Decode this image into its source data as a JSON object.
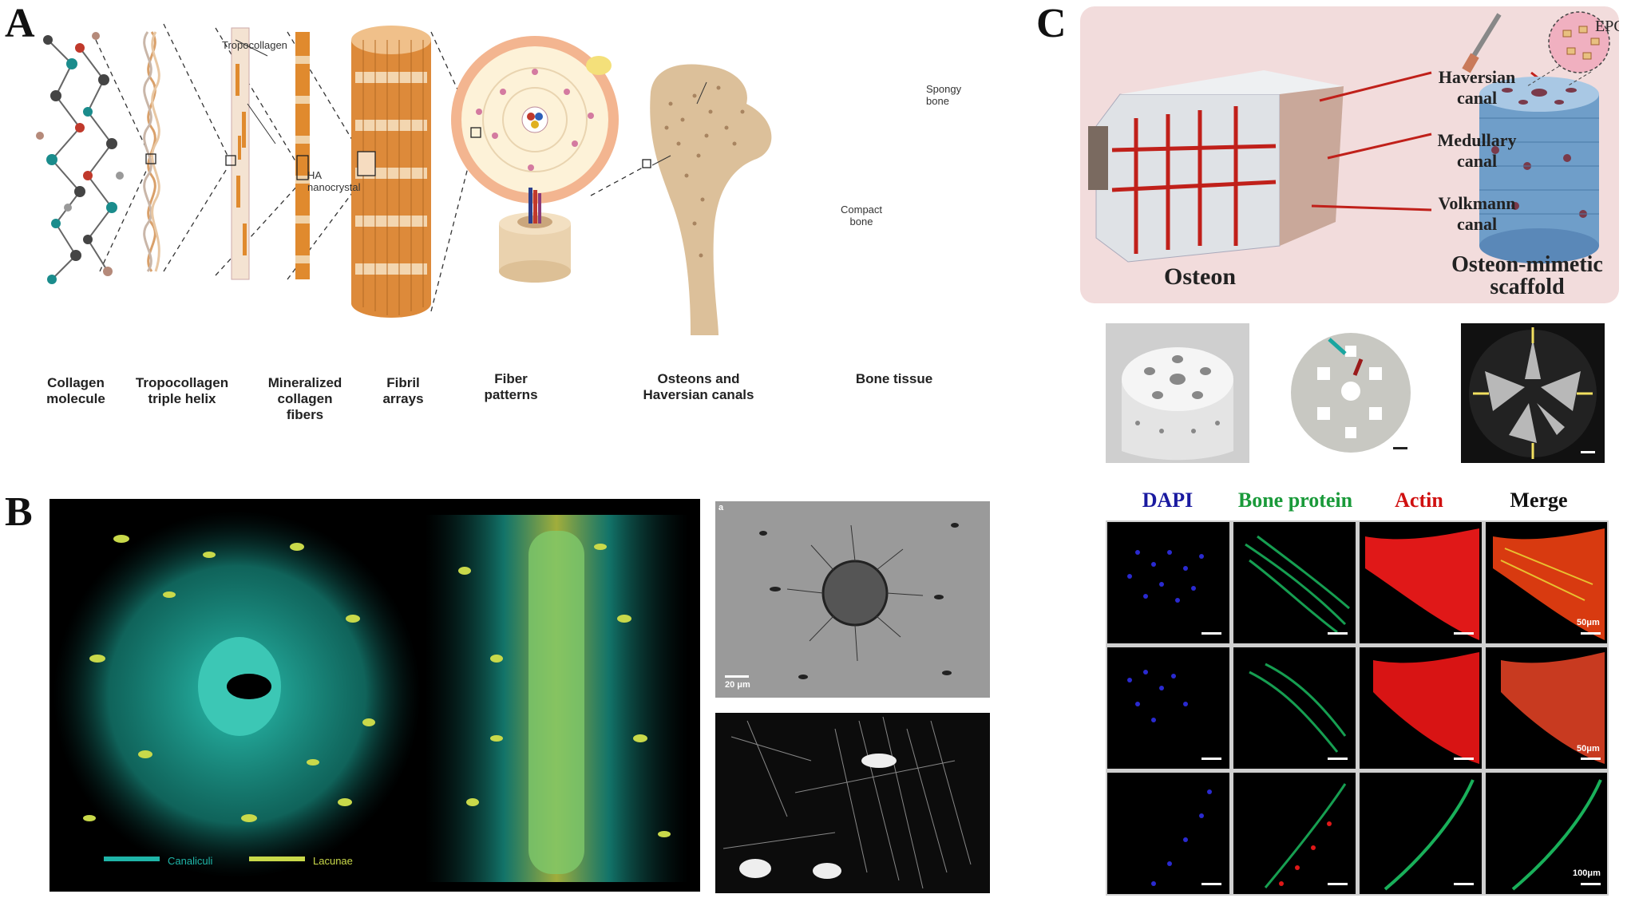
{
  "panels": {
    "a": "A",
    "b": "B",
    "c": "C"
  },
  "panel_a": {
    "captions": {
      "collagen_molecule": "Collagen\nmolecule",
      "tropocollagen_triple_helix": "Tropocollagen\ntriple helix",
      "mineralized_collagen_fibers": "Mineralized\ncollagen\nfibers",
      "fibril_arrays": "Fibril\narrays",
      "fiber_patterns": "Fiber\npatterns",
      "osteons_haversian": "Osteons and\nHaversian canals",
      "bone_tissue": "Bone tissue"
    },
    "labels": {
      "tropocollagen": "Tropocollagen",
      "ha_nanocrystal": "HA\nnanocrystal",
      "spongy_bone": "Spongy\nbone",
      "compact_bone": "Compact\nbone"
    }
  },
  "panel_b": {
    "legend": {
      "canaliculi": "Canaliculi",
      "lacunae": "Lacunae"
    },
    "sem_scale": "20 μm",
    "sem_corner": "a"
  },
  "panel_c": {
    "epcs": "EPCs",
    "haversian": "Haversian\ncanal",
    "medullary": "Medullary\ncanal",
    "volkmann": "Volkmann\ncanal",
    "osteon": "Osteon",
    "scaffold": "Osteon-mimetic\nscaffold",
    "columns": [
      "DAPI",
      "Bone protein",
      "Actin",
      "Merge"
    ],
    "scale_50_1": "50μm",
    "scale_50_2": "50μm",
    "scale_100": "100μm"
  },
  "colors": {
    "canaliculi": "#1fb5a8",
    "lacunae": "#c9d94a",
    "dapi": "#1a1aa0",
    "bone_protein": "#1a9a3a",
    "actin": "#d01010",
    "merge": "#111111",
    "collagen_orange": "#d9843a"
  }
}
